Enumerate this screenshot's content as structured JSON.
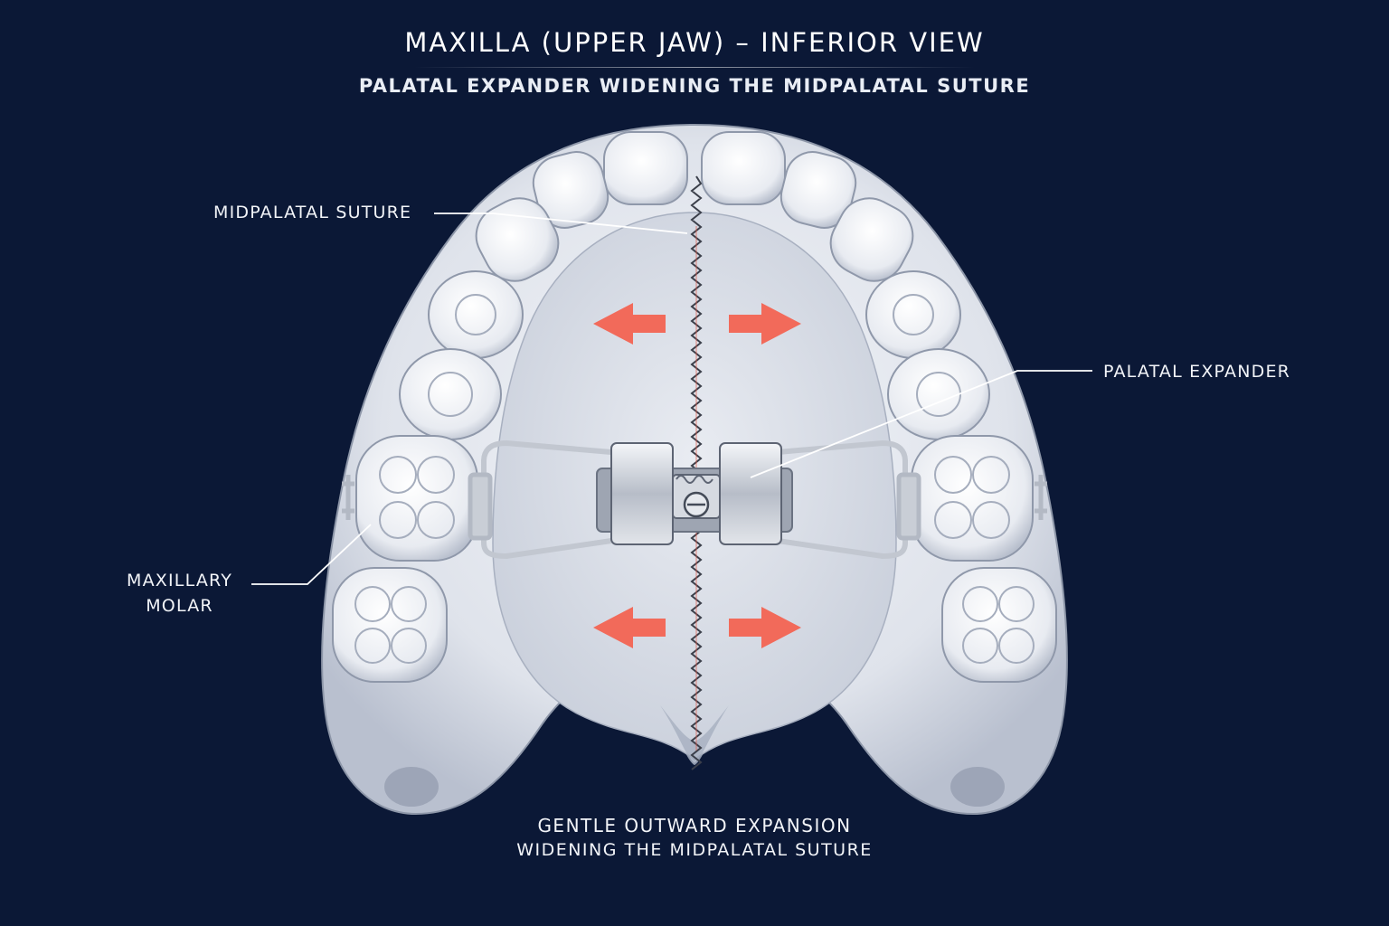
{
  "header": {
    "title": "MAXILLA (UPPER JAW) – INFERIOR VIEW",
    "subtitle": "PALATAL EXPANDER WIDENING THE MIDPALATAL SUTURE"
  },
  "labels": {
    "midpalatal_suture": "MIDPALATAL SUTURE",
    "palatal_expander": "PALATAL EXPANDER",
    "maxillary_molar_line1": "MAXILLARY",
    "maxillary_molar_line2": "MOLAR"
  },
  "caption": {
    "line1": "GENTLE OUTWARD EXPANSION",
    "line2": "WIDENING THE MIDPALATAL SUTURE"
  },
  "colors": {
    "background": "#0b1836",
    "arrow": "#f26a5a",
    "suture_accent": "#e05a4a",
    "bone": "#e4e7ee"
  }
}
